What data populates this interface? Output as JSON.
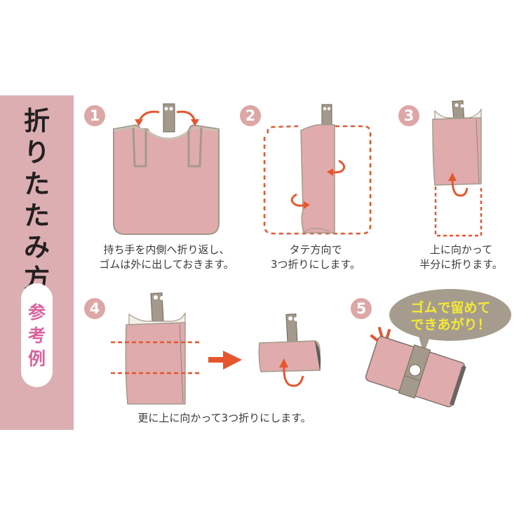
{
  "sidebar": {
    "title_chars": [
      "折",
      "り",
      "た",
      "た",
      "み",
      "方"
    ],
    "title": "折りたたみ方",
    "badge_chars": [
      "参",
      "考",
      "例"
    ],
    "badge": "参考例",
    "background_color": "#dcaeb2",
    "badge_text_color": "#d9639c"
  },
  "steps": [
    {
      "number": "1",
      "caption_lines": [
        "持ち手を内側へ折り返し、",
        "ゴムは外に出しておきます。"
      ]
    },
    {
      "number": "2",
      "caption_lines": [
        "タテ方向で",
        "3つ折りにします。"
      ]
    },
    {
      "number": "3",
      "caption_lines": [
        "上に向かって",
        "半分に折ります。"
      ]
    },
    {
      "number": "4",
      "caption_lines": [
        "更に上に向かって3つ折りにします。"
      ]
    },
    {
      "number": "5",
      "speech_bubble_lines": [
        "ゴムで留めて",
        "できあがり！"
      ]
    }
  ],
  "colors": {
    "bag_pink": "#e0abad",
    "strap_taupe": "#a39a8b",
    "arrow_orange": "#e5562f",
    "step_number_circle": "#dca7a6",
    "bubble_fill": "#a69c8e",
    "bubble_text": "#f3ea34"
  },
  "icons": {
    "fold_arrow": "curved-arrow",
    "next_arrow": "right-arrow",
    "emphasis_marks": "burst-lines"
  }
}
